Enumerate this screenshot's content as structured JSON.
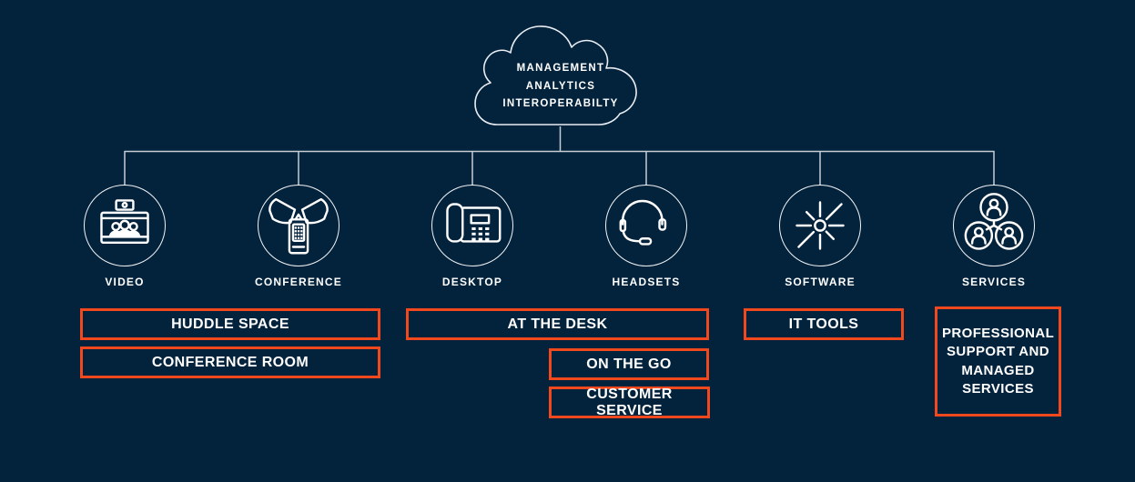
{
  "colors": {
    "background": "#03233D",
    "accent_orange": "#F1491D",
    "stroke_white": "#FFFFFF",
    "connector_grey": "#C7CDD4"
  },
  "cloud": {
    "lines": [
      "MANAGEMENT",
      "ANALYTICS",
      "INTEROPERABILTY"
    ]
  },
  "nodes": [
    {
      "label": "VIDEO",
      "icon": "video-conference-screen-icon"
    },
    {
      "label": "CONFERENCE",
      "icon": "conference-speakerphone-icon"
    },
    {
      "label": "DESKTOP",
      "icon": "desk-phone-icon"
    },
    {
      "label": "HEADSETS",
      "icon": "headset-icon"
    },
    {
      "label": "SOFTWARE",
      "icon": "software-burst-icon"
    },
    {
      "label": "SERVICES",
      "icon": "people-network-icon"
    }
  ],
  "boxes": [
    {
      "label": "HUDDLE SPACE"
    },
    {
      "label": "CONFERENCE ROOM"
    },
    {
      "label": "AT THE DESK"
    },
    {
      "label": "ON THE GO"
    },
    {
      "label": "CUSTOMER SERVICE"
    },
    {
      "label": "IT TOOLS"
    },
    {
      "label": "PROFESSIONAL SUPPORT AND MANAGED SERVICES"
    }
  ]
}
